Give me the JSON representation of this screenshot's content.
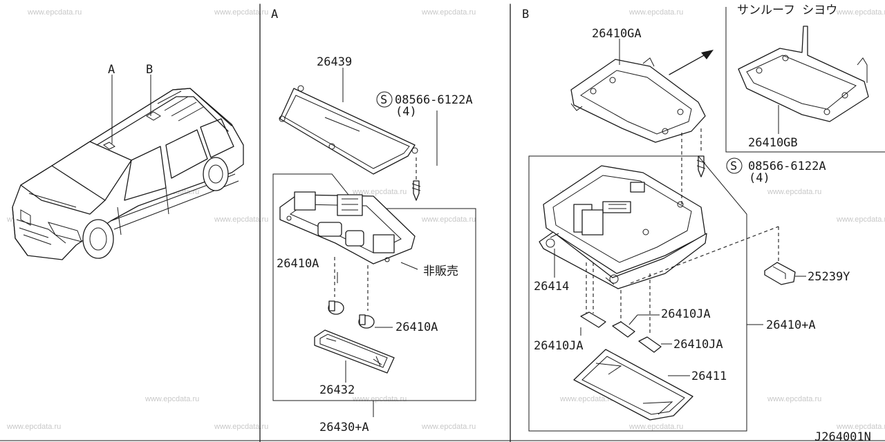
{
  "watermark": "www.epcdata.ru",
  "sections": {
    "a_label": "A",
    "b_label": "B",
    "car_callout_a": "A",
    "car_callout_b": "B"
  },
  "section_a": {
    "gasket": "26439",
    "screw_part": "08566-6122A",
    "screw_qty": "(4)",
    "screw_symbol": "S",
    "not_for_sale": "非販売",
    "bulb_left": "26410A",
    "bulb_right": "26410A",
    "lens": "26432",
    "assembly": "26430+A"
  },
  "section_b": {
    "bracket_std": "26410GA",
    "sunroof_note": "サンルーフ シヨウ",
    "bracket_sunroof": "26410GB",
    "screw_part": "08566-6122A",
    "screw_qty": "(4)",
    "screw_symbol": "S",
    "clip": "25239Y",
    "housing": "26414",
    "bulb_top": "26410JA",
    "bulb_left": "26410JA",
    "bulb_right": "26410JA",
    "assembly": "26410+A",
    "lens": "26411"
  },
  "diagram_code": "J264001N"
}
